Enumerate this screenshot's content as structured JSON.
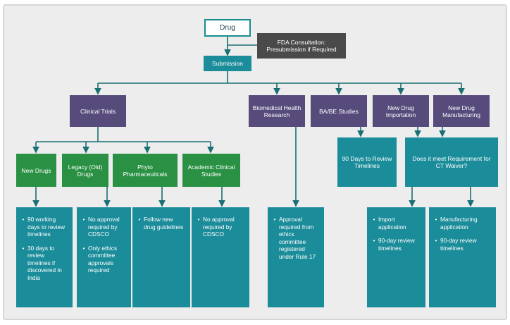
{
  "nodes": {
    "drug": "Drug",
    "fda": "FDA Consultation: Presubmission if Required",
    "submission": "Submission",
    "clinical_trials": "Clinical Trials",
    "biomedical": "Biomedical Health Research",
    "babe": "BA/BE Studies",
    "import": "New Drug Importation",
    "manufacturing": "New Drug Manufacturing",
    "new_drugs": "New Drugs",
    "legacy": "Legacy (Old) Drugs",
    "phyto": "Phyto Pharmaceuticals",
    "academic": "Academic Clinical Studies",
    "timelines90": "90 Days to Review Timelines",
    "ct_waiver": "Does it meet Requirement for CT Waiver?"
  },
  "bullets": {
    "new_drugs": [
      "90 working days to review timelines",
      "30 days to review timelines if discovered in India"
    ],
    "legacy": [
      "No approval required by CDSCO",
      "Only ethics committee approvals required"
    ],
    "phyto": [
      "Follow new drug guidelines"
    ],
    "academic": [
      "No approval required by CDSCO"
    ],
    "biomedical": [
      "Approval required from ethics committee registered under Rule 17"
    ],
    "import": [
      "Import application",
      "90-day review timelines"
    ],
    "manufacturing": [
      "Manufacturing application",
      "90-day review timelines"
    ]
  },
  "colors": {
    "teal": "#1b8c9a",
    "purple": "#574b7c",
    "green": "#2a9144",
    "grey": "#4a4a4a",
    "connector": "#1a6f73"
  }
}
